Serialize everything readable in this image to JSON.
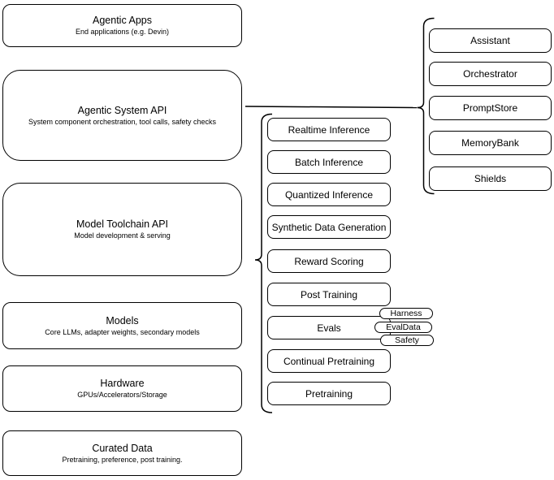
{
  "diagram": {
    "background": "#ffffff",
    "stroke": "#000000"
  },
  "left_stack": {
    "items": [
      {
        "title": "Agentic Apps",
        "subtitle": "End applications (e.g. Devin)"
      },
      {
        "title": "Agentic System API",
        "subtitle": "System component orchestration, tool calls, safety checks"
      },
      {
        "title": "Model Toolchain API",
        "subtitle": "Model development & serving"
      },
      {
        "title": "Models",
        "subtitle": "Core LLMs, adapter weights, secondary models"
      },
      {
        "title": "Hardware",
        "subtitle": "GPUs/Accelerators/Storage"
      },
      {
        "title": "Curated Data",
        "subtitle": "Pretraining, preference, post training."
      }
    ]
  },
  "toolchain_services": {
    "items": [
      {
        "label": "Realtime Inference"
      },
      {
        "label": "Batch Inference"
      },
      {
        "label": "Quantized Inference"
      },
      {
        "label": "Synthetic Data Generation"
      },
      {
        "label": "Reward Scoring"
      },
      {
        "label": "Post Training"
      },
      {
        "label": "Evals"
      },
      {
        "label": "Continual Pretraining"
      },
      {
        "label": "Pretraining"
      }
    ]
  },
  "evals_tags": {
    "items": [
      {
        "label": "Harness"
      },
      {
        "label": "EvalData"
      },
      {
        "label": "Safety"
      }
    ]
  },
  "system_components": {
    "items": [
      {
        "label": "Assistant"
      },
      {
        "label": "Orchestrator"
      },
      {
        "label": "PromptStore"
      },
      {
        "label": "MemoryBank"
      },
      {
        "label": "Shields"
      }
    ]
  }
}
